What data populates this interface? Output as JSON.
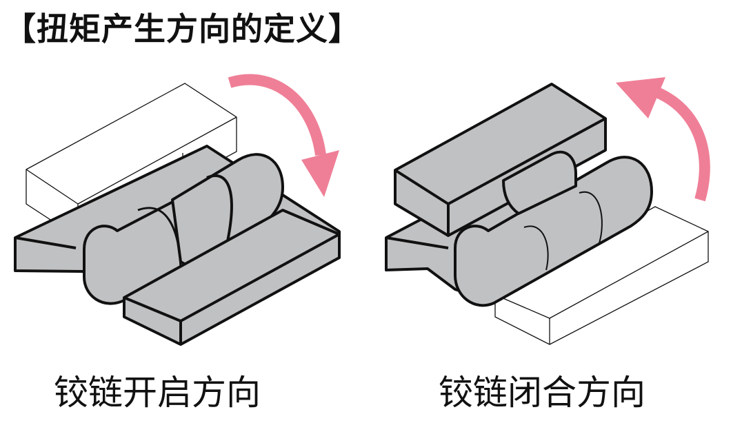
{
  "title": "【扭矩产生方向的定义】",
  "panels": [
    {
      "caption": "铰链开启方向"
    },
    {
      "caption": "铰链闭合方向"
    }
  ],
  "colors": {
    "solid_fill": "#c0c1c3",
    "stroke": "#111111",
    "arrow": "#ef7f97"
  },
  "icons": [
    "curved-arrow-down-icon",
    "curved-arrow-up-icon"
  ]
}
